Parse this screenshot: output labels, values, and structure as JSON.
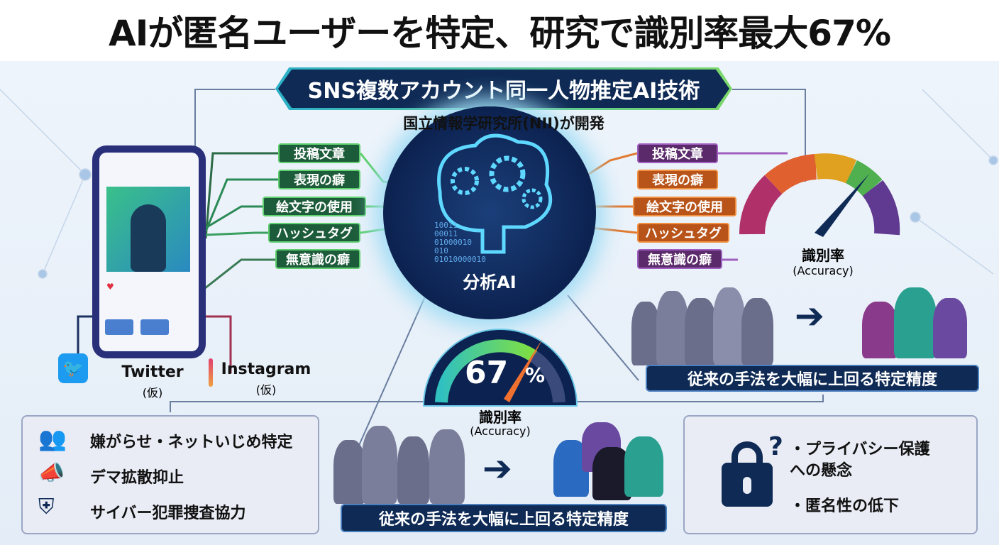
{
  "title": "AIが匿名ユーザーを特定、研究で識別率最大67%",
  "banner": "SNS複数アカウント同一人物推定AI技術",
  "subtitle": "国立情報学研究所(NII)が開発",
  "features_left": [
    "投稿文章",
    "表現の癖",
    "絵文字の使用",
    "ハッシュタグ",
    "無意識の癖"
  ],
  "features_right": [
    "投稿文章",
    "表現の癖",
    "絵文字の使用",
    "ハッシュタグ",
    "無意識の癖"
  ],
  "center": {
    "label": "分析AI",
    "binary": [
      "10011",
      "00011",
      "01000010",
      "010",
      "01010000010"
    ]
  },
  "platforms": [
    {
      "name": "Twitter",
      "note": "(仮)"
    },
    {
      "name": "Instagram",
      "note": "(仮)"
    }
  ],
  "gauge_right": {
    "label": "識別率",
    "sub": "(Accuracy)",
    "value_pct": 67
  },
  "gauge_center": {
    "value": "67",
    "unit": "%",
    "label": "識別率",
    "sub": "(Accuracy)",
    "value_pct": 67
  },
  "right_banner": "従来の手法を大幅に上回る特定精度",
  "center_banner": "従来の手法を大幅に上回る特定精度",
  "uses": [
    {
      "icon": "harassment-icon",
      "text": "嫌がらせ・ネットいじめ特定"
    },
    {
      "icon": "megaphone-icon",
      "text": "デマ拡散抑止"
    },
    {
      "icon": "shield-gear-icon",
      "text": "サイバー犯罪捜査協力"
    }
  ],
  "concerns": [
    "・プライバシー保護\nへの懸念",
    "・匿名性の低下"
  ],
  "colors": {
    "navy": "#0e2a55",
    "green": "#1d5c3a",
    "purple": "#5a2a6a",
    "orange": "#b8541a"
  }
}
